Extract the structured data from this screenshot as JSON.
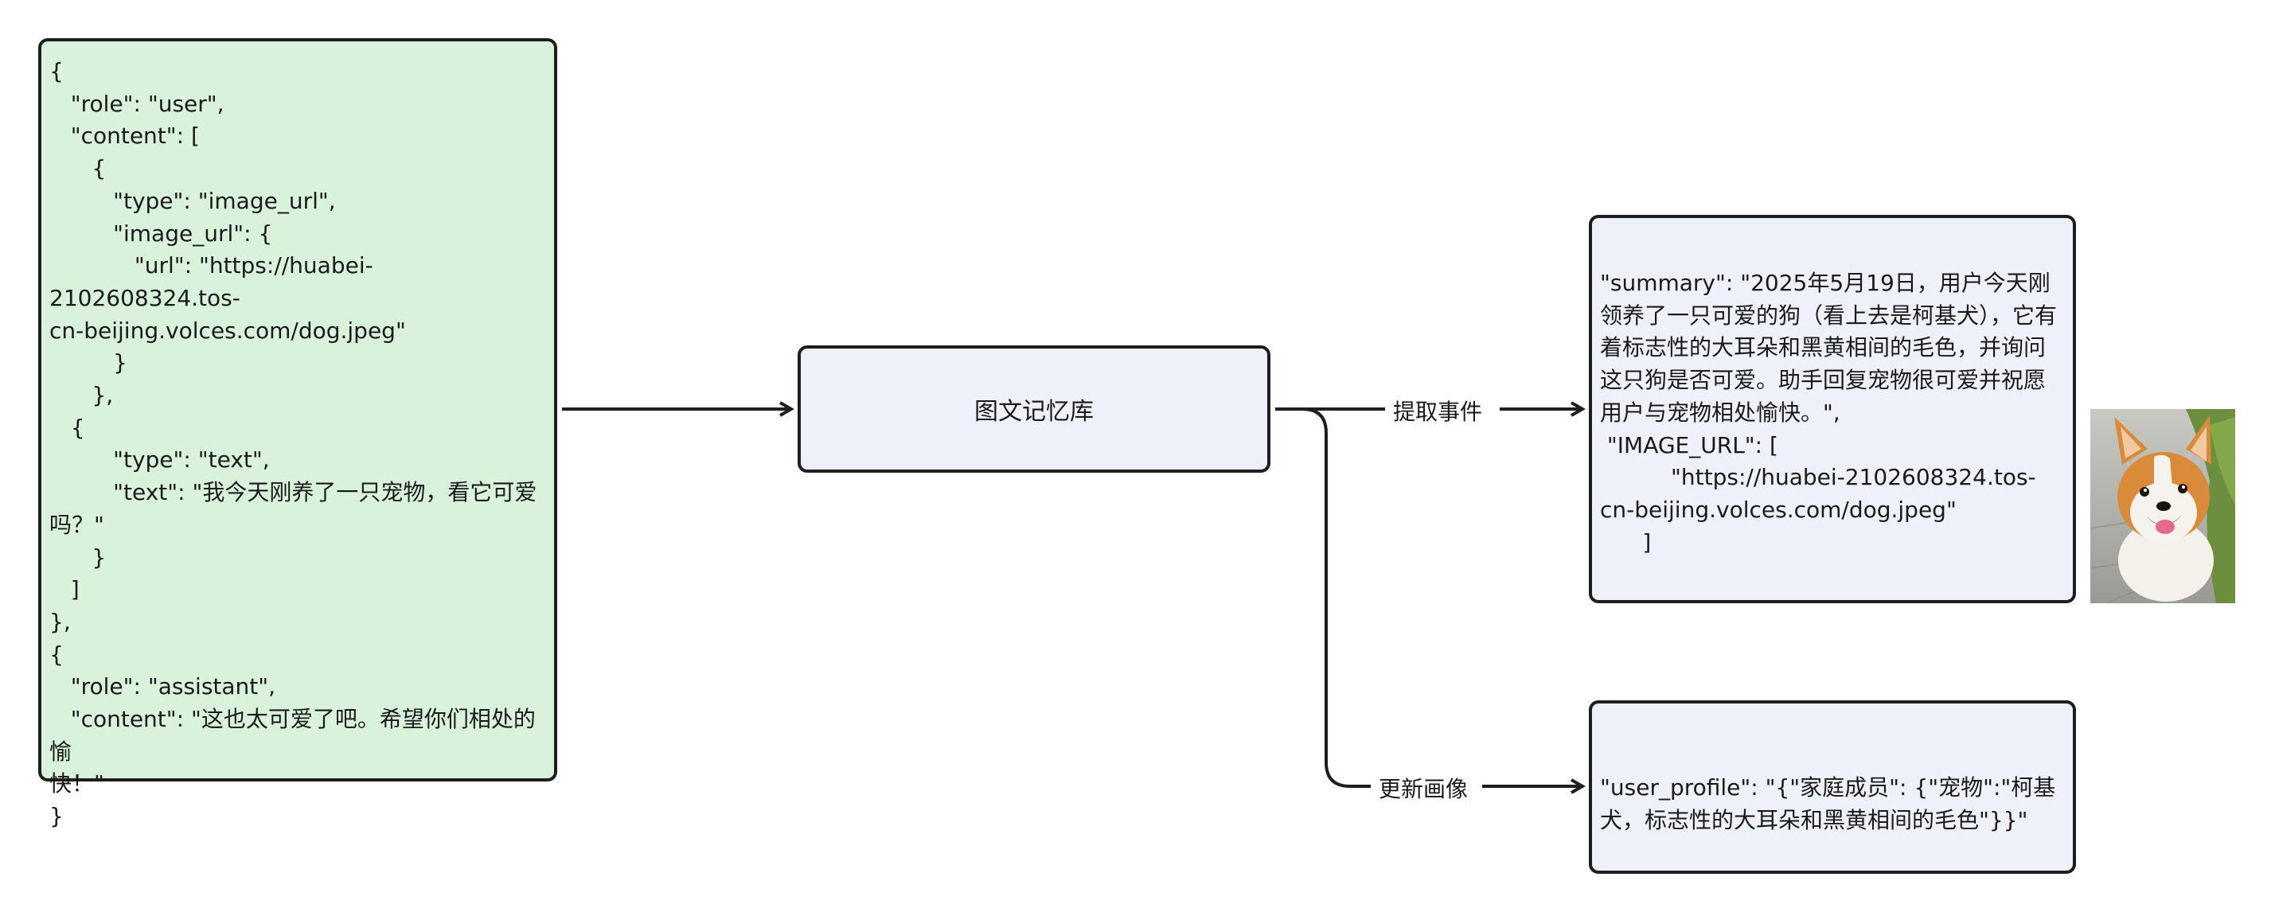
{
  "input": {
    "lines": [
      "{",
      "   \"role\": \"user\",",
      "   \"content\": [",
      "      {",
      "         \"type\": \"image_url\",",
      "         \"image_url\": {",
      "            \"url\": \"https://huabei-2102608324.tos-",
      "cn-beijing.volces.com/dog.jpeg\"",
      "         }",
      "      },",
      "   {",
      "         \"type\": \"text\",",
      "         \"text\": \"我今天刚养了一只宠物，看它可爱",
      "吗？\"",
      "      }",
      "   ]",
      "},",
      "{",
      "   \"role\": \"assistant\",",
      "   \"content\": \"这也太可爱了吧。希望你们相处的愉",
      "快！\"",
      "}"
    ]
  },
  "memory_store": {
    "label": "图文记忆库"
  },
  "edges": {
    "extract_label": "提取事件",
    "update_label": "更新画像"
  },
  "event": {
    "text": "\"summary\": \"2025年5月19日，用户今天刚领养了一只可爱的狗（看上去是柯基犬），它有着标志性的大耳朵和黑黄相间的毛色，并询问这只狗是否可爱。助手回复宠物很可爱并祝愿用户与宠物相处愉快。\",\n \"IMAGE_URL\": [\n          \"https://huabei-2102608324.tos-cn-beijing.volces.com/dog.jpeg\"\n      ]"
  },
  "profile": {
    "text": "\"user_profile\": \"{\"家庭成员\": {\"宠物\":\"柯基犬，标志性的大耳朵和黑黄相间的毛色\"}}\""
  },
  "photo": {
    "subject": "corgi-dog"
  },
  "colors": {
    "input_fill": "#d9f2dc",
    "node_fill": "#eef0fa",
    "stroke": "#1e1e1e"
  }
}
